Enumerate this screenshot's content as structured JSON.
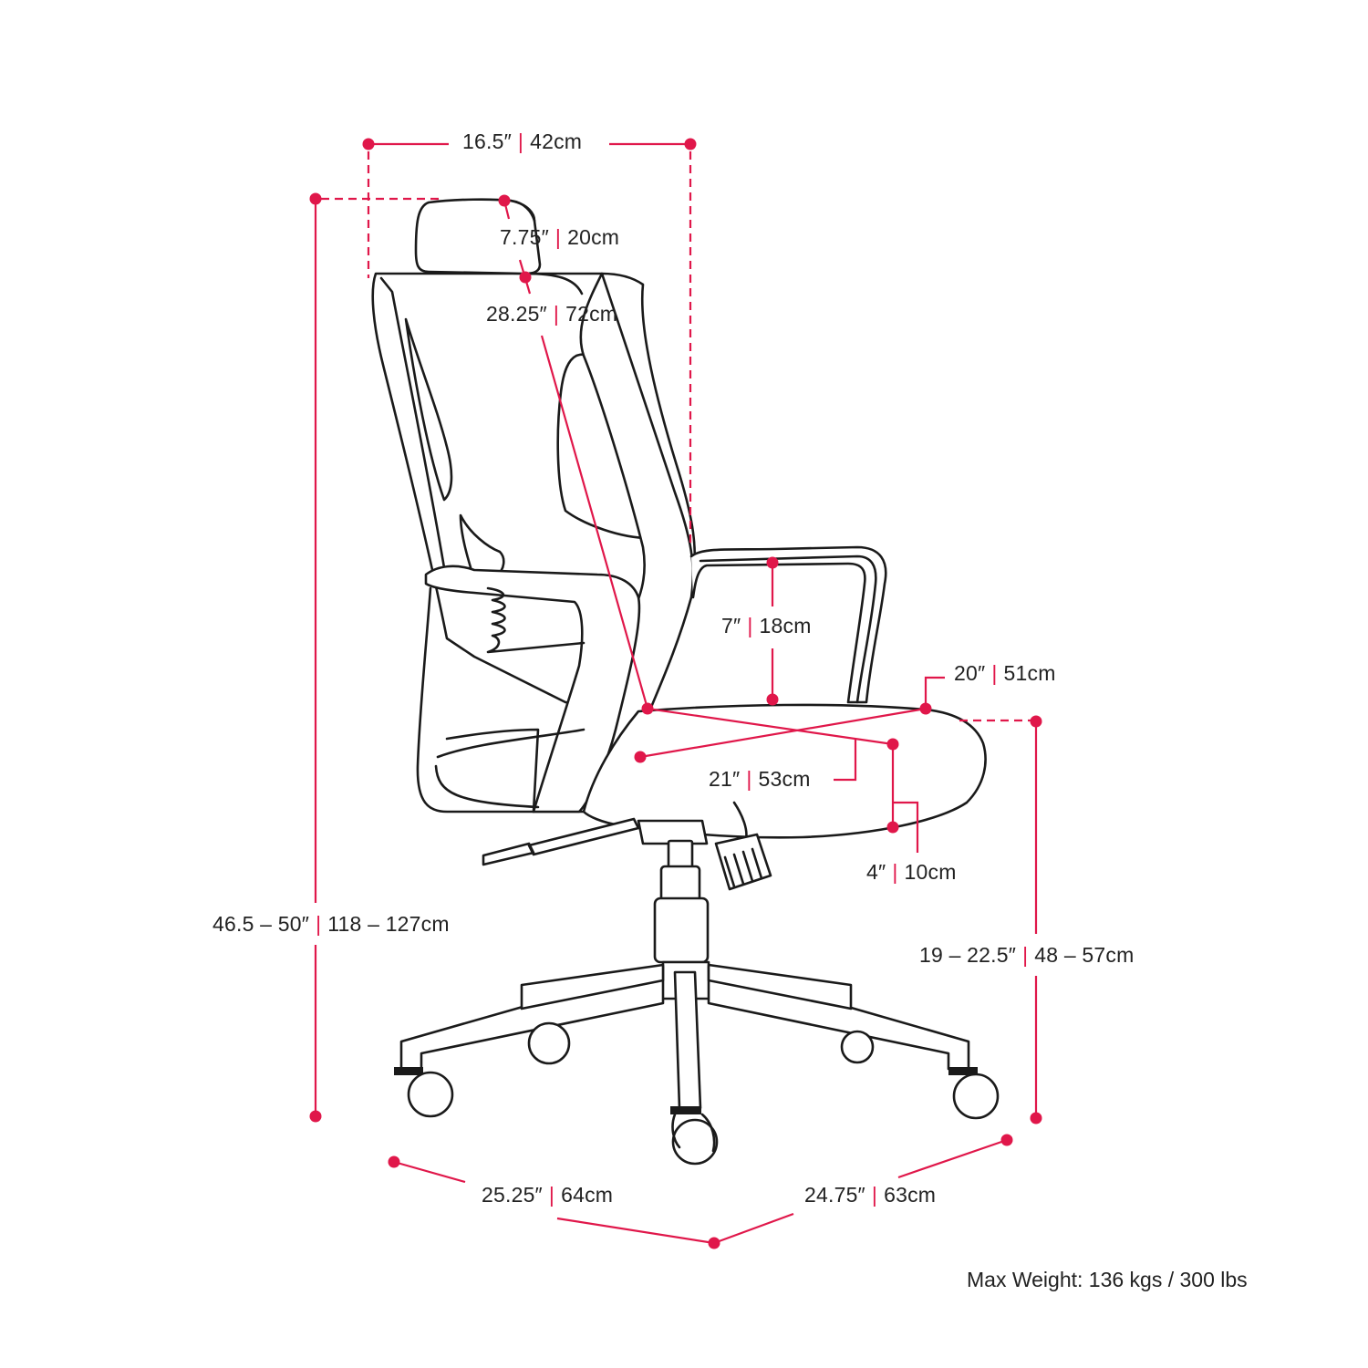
{
  "diagram": {
    "subject": "Office chair with headrest - dimension drawing",
    "accent_color": "#e0174a",
    "line_color": "#1a1a1a",
    "dimensions": {
      "overall_width": {
        "imperial": "16.5″",
        "metric": "42cm"
      },
      "headrest_height": {
        "imperial": "7.75″",
        "metric": "20cm"
      },
      "backrest_height": {
        "imperial": "28.25″",
        "metric": "72cm"
      },
      "armrest_height": {
        "imperial": "7″",
        "metric": "18cm"
      },
      "seat_width": {
        "imperial": "20″",
        "metric": "51cm"
      },
      "seat_depth": {
        "imperial": "21″",
        "metric": "53cm"
      },
      "seat_thickness": {
        "imperial": "4″",
        "metric": "10cm"
      },
      "overall_height": {
        "imperial": "46.5 – 50″",
        "metric": "118 – 127cm"
      },
      "seat_height": {
        "imperial": "19 – 22.5″",
        "metric": "48 – 57cm"
      },
      "base_depth": {
        "imperial": "25.25″",
        "metric": "64cm"
      },
      "base_width": {
        "imperial": "24.75″",
        "metric": "63cm"
      }
    },
    "separator": "|",
    "max_weight": "Max Weight: 136 kgs / 300 lbs"
  }
}
